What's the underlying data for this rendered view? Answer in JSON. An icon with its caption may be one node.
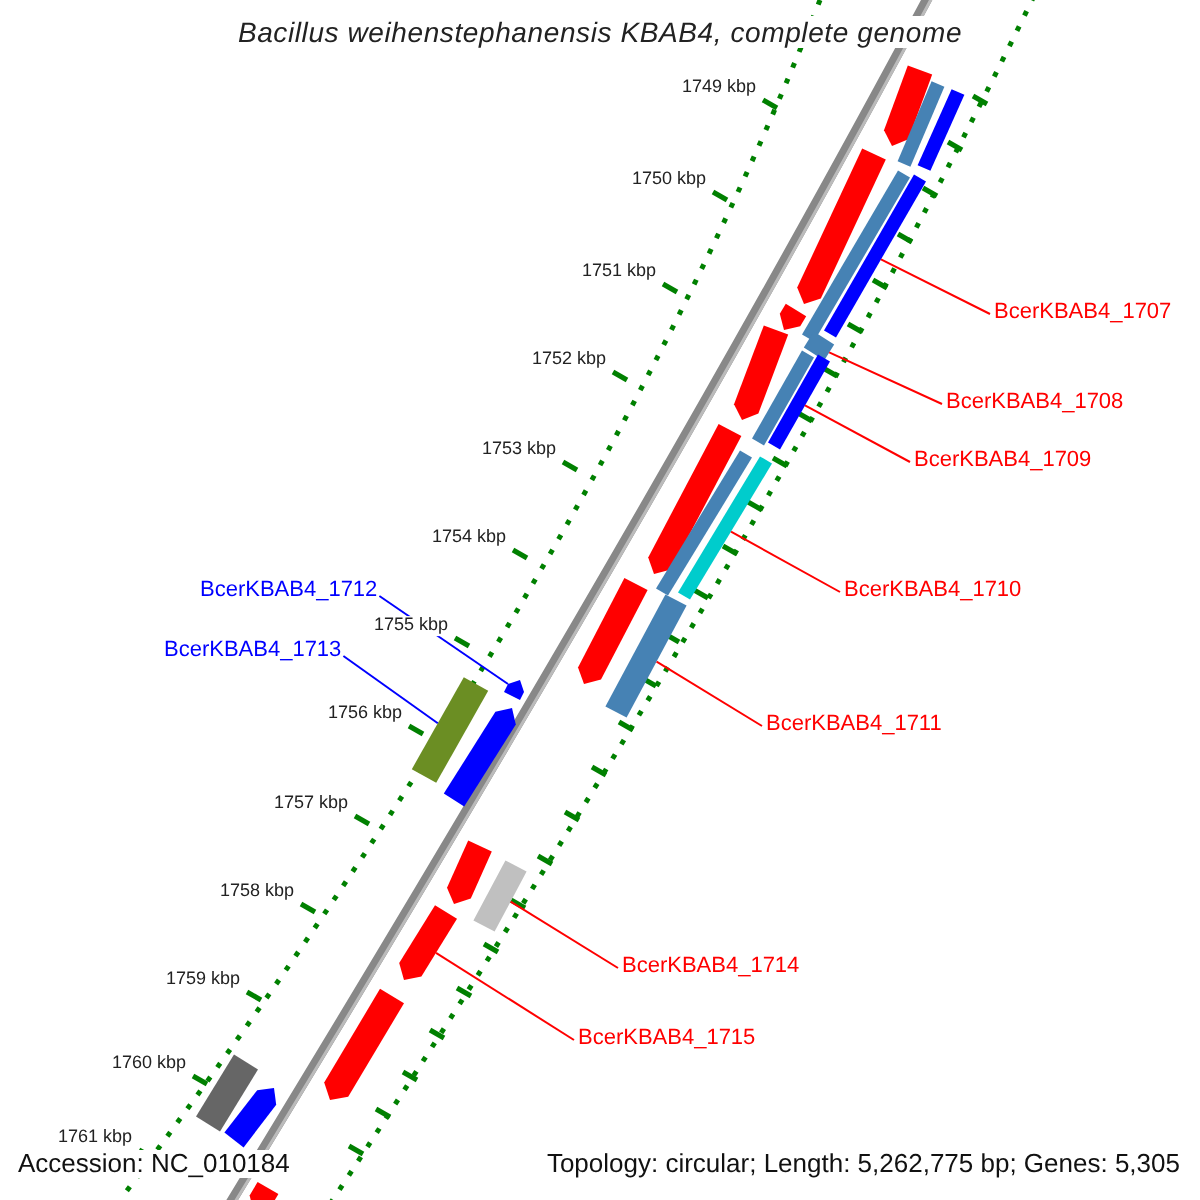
{
  "diagram": {
    "title": "Bacillus weihenstephanensis KBAB4, complete genome",
    "nodes": [
      {
        "text": [
          "BcerKBAB4_1707"
        ]
      },
      {
        "text": [
          "BcerKBAB4_1708"
        ]
      },
      {
        "text": [
          "BcerKBAB4_1709"
        ]
      },
      {
        "text": [
          "BcerKBAB4_1710"
        ]
      },
      {
        "text": [
          "BcerKBAB4_1712"
        ]
      },
      {
        "text": [
          "BcerKBAB4_1713"
        ]
      },
      {
        "text": [
          "BcerKBAB4_1711"
        ]
      },
      {
        "text": [
          "BcerKBAB4_1714"
        ]
      },
      {
        "text": [
          "BcerKBAB4_1715"
        ]
      },
      {
        "text": [],
        "shape": "arrow"
      },
      {
        "text": [],
        "shape": "bar"
      },
      {
        "text": [],
        "shape": "bar"
      },
      {
        "text": [],
        "shape": "arrow"
      },
      {
        "text": [],
        "shape": "bar"
      },
      {
        "text": [],
        "shape": "bar"
      },
      {
        "text": [],
        "shape": "arrow"
      },
      {
        "text": [],
        "shape": "arrow"
      },
      {
        "text": [],
        "shape": "bar"
      },
      {
        "text": [],
        "shape": "bar"
      },
      {
        "text": [],
        "shape": "bar"
      },
      {
        "text": [],
        "shape": "arrow"
      },
      {
        "text": [],
        "shape": "bar"
      },
      {
        "text": [],
        "shape": "bar"
      },
      {
        "text": [],
        "shape": "arrow"
      },
      {
        "text": [],
        "shape": "bar"
      },
      {
        "text": [],
        "shape": "arrow"
      },
      {
        "text": [],
        "shape": "bar"
      },
      {
        "text": [],
        "shape": "arrow"
      },
      {
        "text": [],
        "shape": "arrow"
      },
      {
        "text": [],
        "shape": "bar"
      },
      {
        "text": [],
        "shape": "arrow"
      },
      {
        "text": [],
        "shape": "arrow"
      },
      {
        "text": [],
        "shape": "bar"
      },
      {
        "text": [],
        "shape": "arrow"
      },
      {
        "text": [],
        "shape": "arrow"
      }
    ],
    "edges": [
      {
        "from": 0,
        "to": 14,
        "arrow": "none"
      },
      {
        "from": 1,
        "to": 17,
        "arrow": "none"
      },
      {
        "from": 2,
        "to": 19,
        "arrow": "none"
      },
      {
        "from": 3,
        "to": 22,
        "arrow": "none"
      },
      {
        "from": 4,
        "to": 25,
        "arrow": "none",
        "color": "#0000ff"
      },
      {
        "from": 5,
        "to": 26,
        "arrow": "none",
        "color": "#0000ff"
      },
      {
        "from": 6,
        "to": 24,
        "arrow": "none"
      },
      {
        "from": 7,
        "to": 29,
        "arrow": "none"
      },
      {
        "from": 8,
        "to": 30,
        "arrow": "none"
      }
    ],
    "labels": [
      "1749 kbp",
      "1750 kbp",
      "1751 kbp",
      "1752 kbp",
      "1753 kbp",
      "1754 kbp",
      "1755 kbp",
      "1756 kbp",
      "1757 kbp",
      "1758 kbp",
      "1759 kbp",
      "1760 kbp",
      "1761 kbp",
      "Accession: NC_010184",
      "Topology: circular; Length: 5,262,775 bp; Genes: 5,305"
    ]
  }
}
